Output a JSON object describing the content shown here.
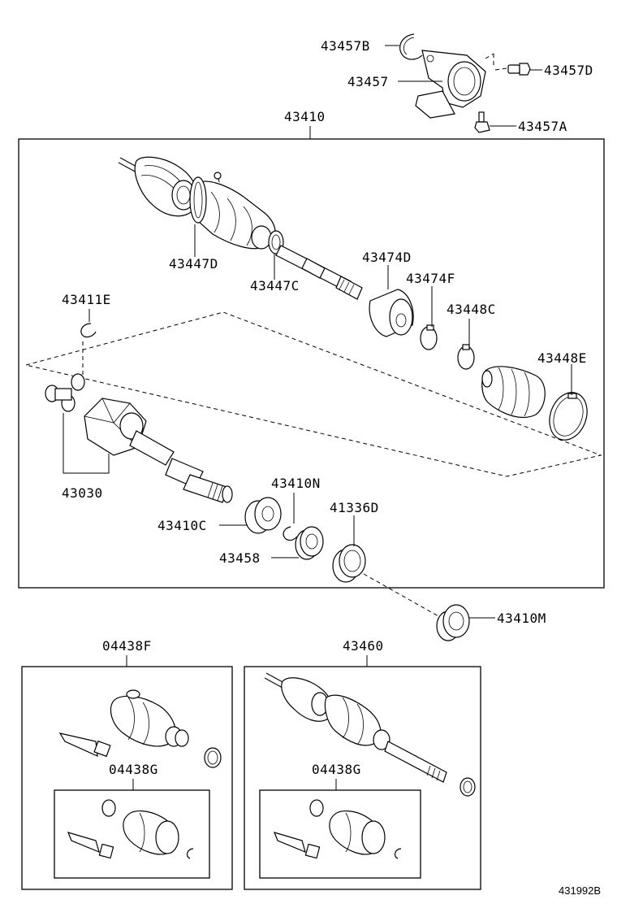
{
  "labels": {
    "p43457B": "43457B",
    "p43457": "43457",
    "p43457D": "43457D",
    "p43457A": "43457A",
    "p43410": "43410",
    "p43447D": "43447D",
    "p43447C": "43447C",
    "p43474D": "43474D",
    "p43474F": "43474F",
    "p43448C": "43448C",
    "p43448E": "43448E",
    "p43411E": "43411E",
    "p43030": "43030",
    "p43410N": "43410N",
    "p43410C": "43410C",
    "p41336D": "41336D",
    "p43458": "43458",
    "p43410M": "43410M",
    "p04438F": "04438F",
    "p43460": "43460",
    "p04438G_left": "04438G",
    "p04438G_right": "04438G"
  },
  "figure_id": "431992B"
}
